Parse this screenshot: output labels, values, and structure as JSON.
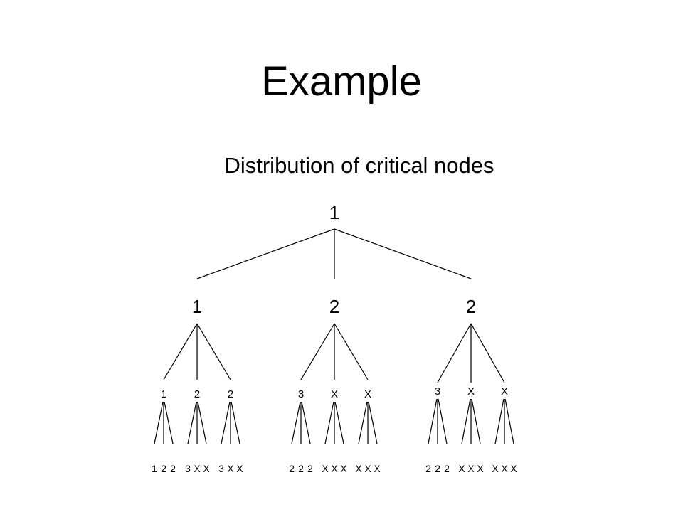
{
  "slide": {
    "title": "Example",
    "subtitle": "Distribution of critical nodes"
  },
  "tree": {
    "label": "1",
    "children": [
      {
        "label": "1",
        "children": [
          {
            "label": "1",
            "children": [
              "1",
              "2",
              "2"
            ]
          },
          {
            "label": "2",
            "children": [
              "3",
              "X",
              "X"
            ]
          },
          {
            "label": "2",
            "children": [
              "3",
              "X",
              "X"
            ]
          }
        ]
      },
      {
        "label": "2",
        "children": [
          {
            "label": "3",
            "children": [
              "2",
              "2",
              "2"
            ]
          },
          {
            "label": "X",
            "children": [
              "X",
              "X",
              "X"
            ]
          },
          {
            "label": "X",
            "children": [
              "X",
              "X",
              "X"
            ]
          }
        ]
      },
      {
        "label": "2",
        "children": [
          {
            "label": "3",
            "children": [
              "2",
              "2",
              "2"
            ]
          },
          {
            "label": "X",
            "children": [
              "X",
              "X",
              "X"
            ]
          },
          {
            "label": "X",
            "children": [
              "X",
              "X",
              "X"
            ]
          }
        ]
      }
    ]
  }
}
